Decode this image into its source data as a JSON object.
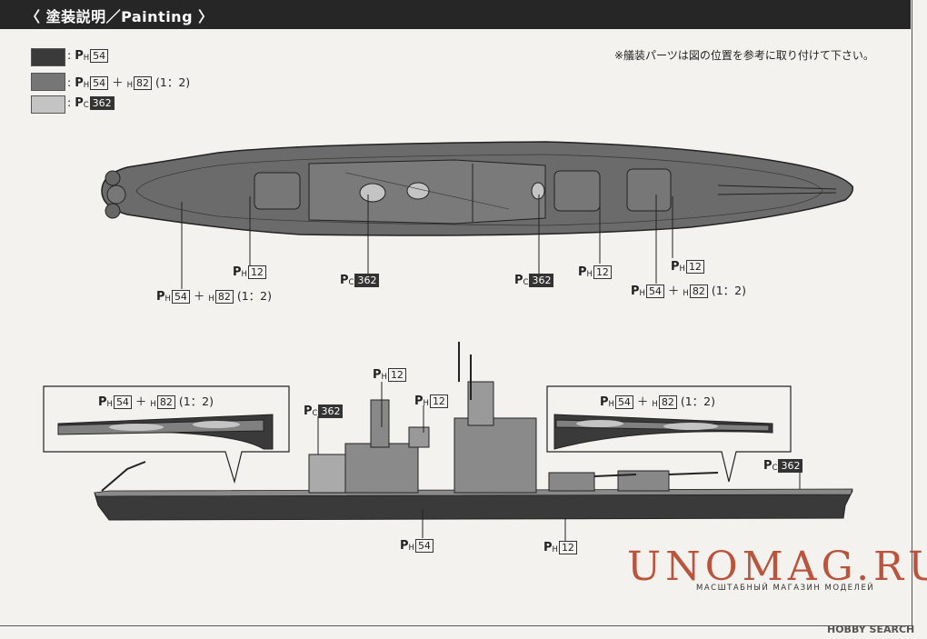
{
  "header": {
    "title": "〈 塗装説明／Painting 〉"
  },
  "legend": [
    {
      "color": "#3a3a3a",
      "text": ":",
      "p": "P",
      "sub": "H",
      "num": "54",
      "extra": ""
    },
    {
      "color": "#767676",
      "text": ":",
      "p": "P",
      "sub": "H",
      "num": "54",
      "extra": "＋ H82 (1：2)"
    },
    {
      "color": "#c4c4c4",
      "text": ":",
      "p": "P",
      "sub": "C",
      "num": "362",
      "extra": ""
    }
  ],
  "note": "※艤装パーツは図の位置を参考に取り付けて下さい。",
  "labels": {
    "ph12": "12",
    "ph54": "54",
    "h82": "82",
    "pc362": "362",
    "ratio": "(1：2)",
    "plus": "＋"
  },
  "watermark": {
    "brand": "UNOMAG.RU",
    "tagline": "МАСШТАБНЫЙ МАГАЗИН МОДЕЛЕЙ",
    "source": "HOBBY SEARCH"
  }
}
